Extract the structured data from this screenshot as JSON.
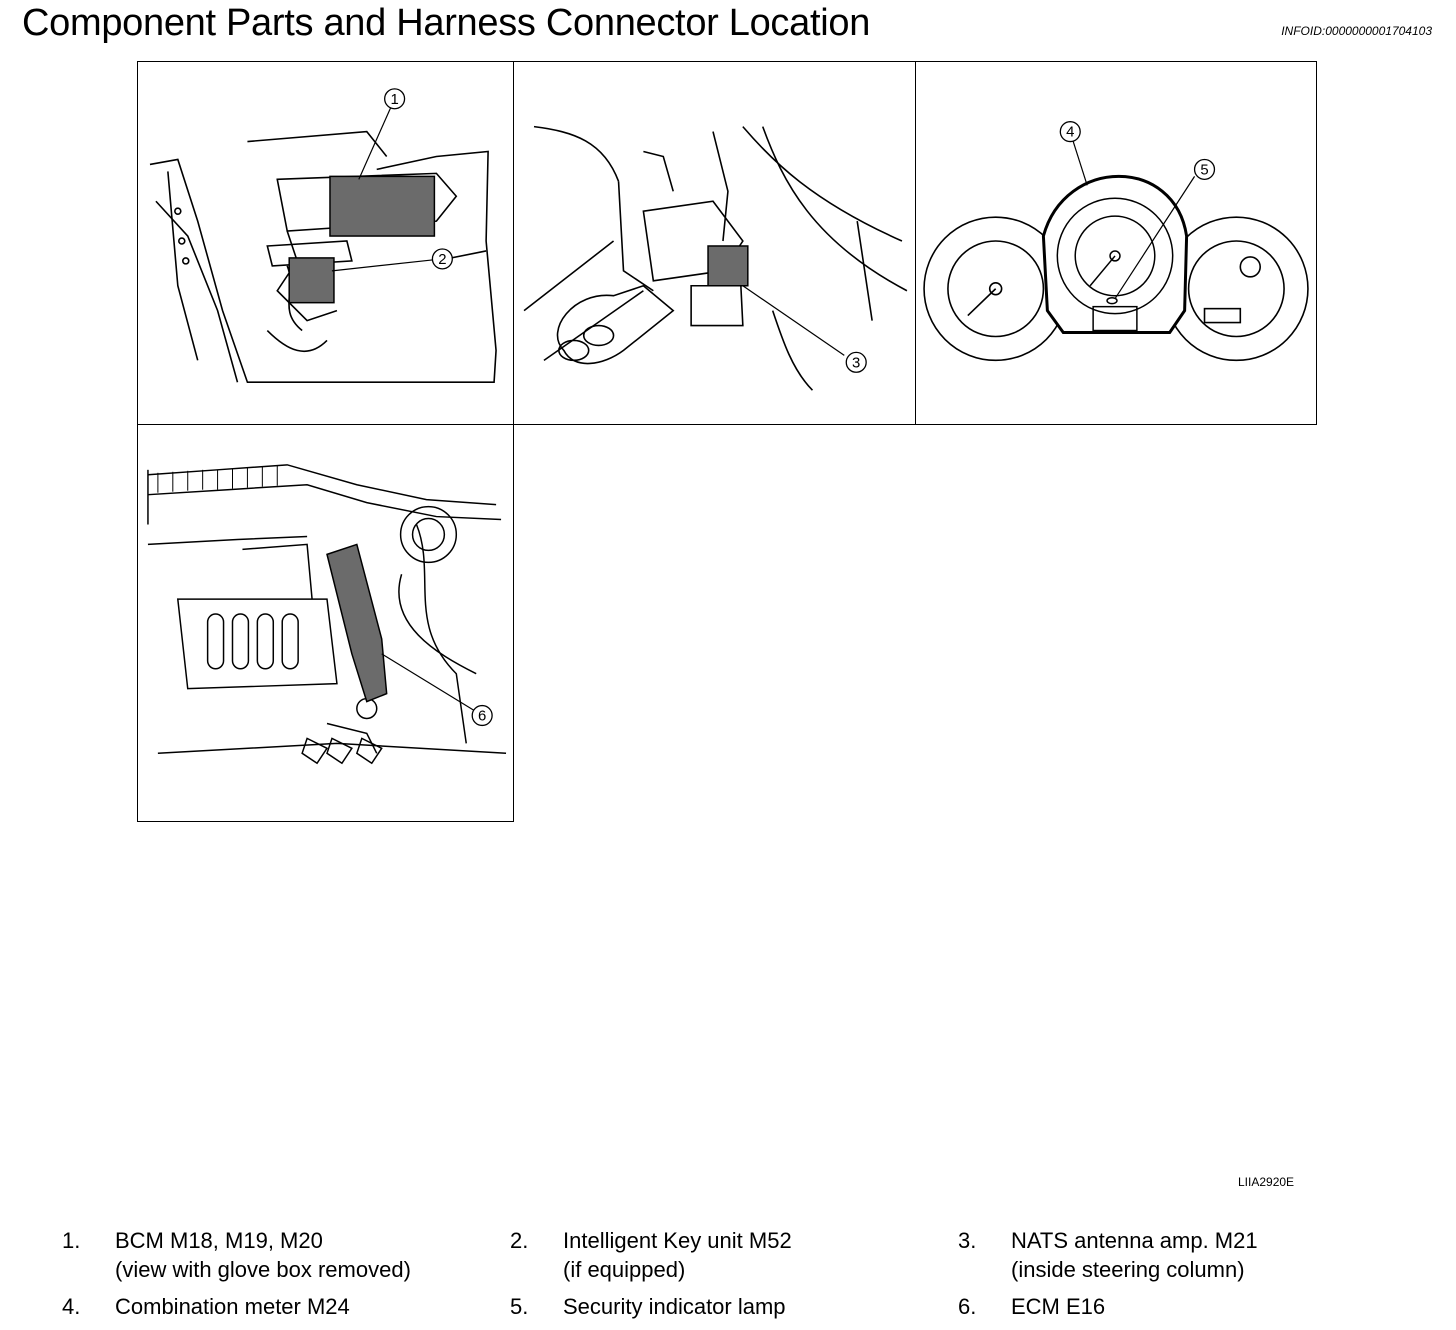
{
  "header": {
    "title": "Component Parts and Harness Connector Location",
    "info_id": "INFOID:0000000001704103"
  },
  "figure": {
    "code": "LIIA2920E",
    "callouts": [
      "1",
      "2",
      "3",
      "4",
      "5",
      "6"
    ]
  },
  "legend": [
    {
      "num": "1.",
      "line1": "BCM M18, M19, M20",
      "line2": "(view with glove box removed)"
    },
    {
      "num": "2.",
      "line1": "Intelligent Key unit M52",
      "line2": "(if equipped)"
    },
    {
      "num": "3.",
      "line1": "NATS antenna amp. M21",
      "line2": "(inside steering column)"
    },
    {
      "num": "4.",
      "line1": "Combination meter M24",
      "line2": ""
    },
    {
      "num": "5.",
      "line1": "Security indicator lamp",
      "line2": ""
    },
    {
      "num": "6.",
      "line1": "ECM E16",
      "line2": ""
    }
  ]
}
